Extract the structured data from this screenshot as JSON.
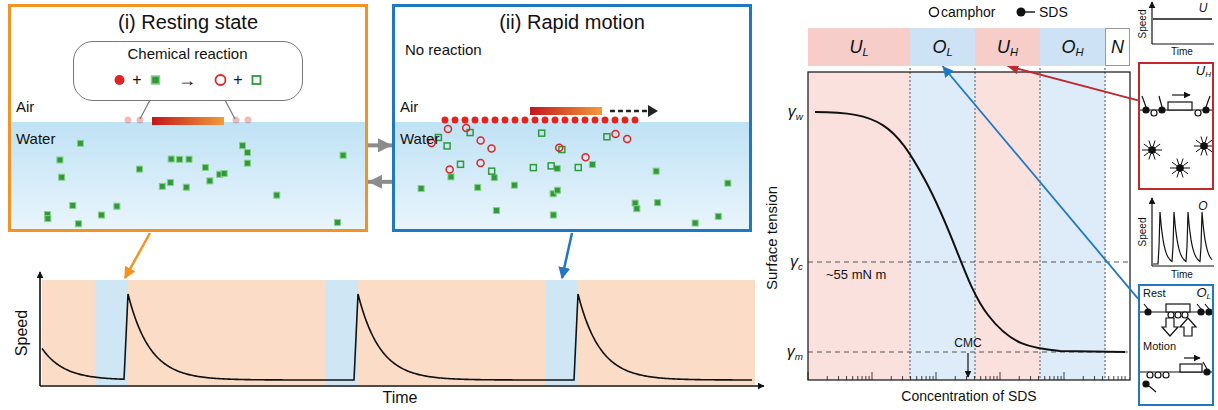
{
  "diagram": {
    "nodes": [
      {
        "text": [
          "(i) Resting state"
        ]
      },
      {
        "text": [
          "Chemical reaction",
          "+",
          "→",
          "+"
        ],
        "in": 0
      },
      {
        "text": [
          "(ii) Rapid motion",
          "No reaction"
        ]
      },
      {
        "text": [
          "UL"
        ]
      },
      {
        "text": [
          "OL"
        ]
      },
      {
        "text": [
          "UH"
        ]
      },
      {
        "text": [
          "OH"
        ]
      },
      {
        "text": [
          "N"
        ]
      },
      {
        "text": [
          "UH"
        ]
      },
      {
        "text": [
          "Rest",
          "Motion",
          "OL"
        ]
      }
    ],
    "edges": [
      {
        "from": 0,
        "to": 2,
        "arrow": "to"
      },
      {
        "from": 2,
        "to": 0,
        "arrow": "to"
      },
      {
        "from": 8,
        "to": 5,
        "arrow": "to"
      },
      {
        "from": 9,
        "to": 4,
        "arrow": "to"
      }
    ],
    "labels": [
      "Air",
      "Water",
      "Air",
      "Water",
      "Speed",
      "Time",
      "Surface tension",
      "γw",
      "γc",
      "~55 mN m",
      "γm",
      "CMC",
      "Concentration of SDS",
      "Speed",
      "Time",
      "U",
      "Speed",
      "Time",
      "O"
    ],
    "legend": [
      {
        "text": "camphor"
      },
      {
        "text": "SDS"
      }
    ]
  }
}
